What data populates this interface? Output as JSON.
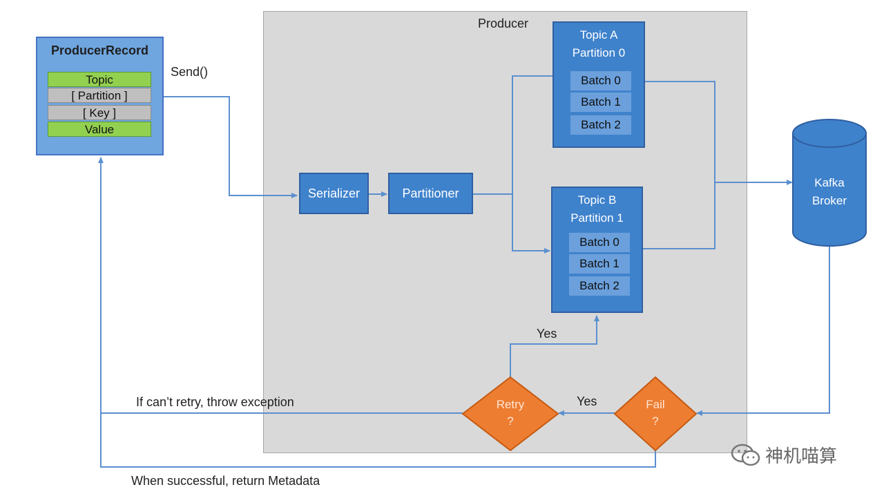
{
  "producer": {
    "title": "Producer"
  },
  "record": {
    "title": "ProducerRecord",
    "fields": [
      "Topic",
      "[ Partition ]",
      "[ Key ]",
      "Value"
    ]
  },
  "send_label": "Send()",
  "serializer": "Serializer",
  "partitioner": "Partitioner",
  "topic_a": {
    "line1": "Topic A",
    "line2": "Partition 0",
    "batches": [
      "Batch 0",
      "Batch 1",
      "Batch 2"
    ]
  },
  "topic_b": {
    "line1": "Topic B",
    "line2": "Partition 1",
    "batches": [
      "Batch 0",
      "Batch 1",
      "Batch 2"
    ]
  },
  "broker": {
    "line1": "Kafka",
    "line2": "Broker"
  },
  "retry": {
    "line1": "Retry",
    "line2": "?"
  },
  "fail": {
    "line1": "Fail",
    "line2": "?"
  },
  "yes_retry": "Yes",
  "yes_fail": "Yes",
  "throw_label": "If can’t retry, throw exception",
  "success_label": "When successful, return Metadata",
  "watermark": "神机喵算",
  "colors": {
    "producer_bg": "#d9d9d9",
    "box_blue": "#3f82cc",
    "batch_blue": "#6ba0dc",
    "field_green": "#92d050",
    "field_grey": "#bfbfbf",
    "decision_orange": "#ed7d31",
    "line_blue": "#5b8fcf"
  }
}
